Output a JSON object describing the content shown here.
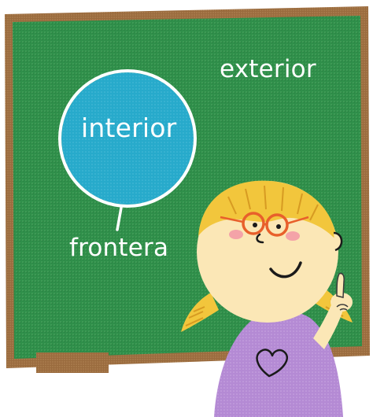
{
  "diagram": {
    "labels": {
      "exterior": "exterior",
      "interior": "interior",
      "frontera": "frontera"
    },
    "colors": {
      "board_green": "#2f8f4a",
      "board_frame": "#9a6b3e",
      "circle_fill": "#27aacb",
      "label_text": "#ffffff",
      "hair": "#f2c63c",
      "skin": "#fbe7b6",
      "glasses": "#e8602b",
      "dress": "#b48ad4"
    },
    "icons": {
      "heart": "heart-icon"
    }
  }
}
